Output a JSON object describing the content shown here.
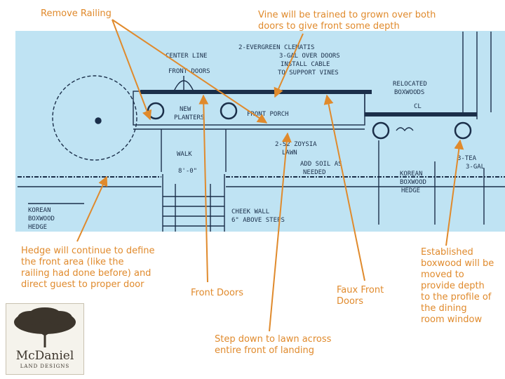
{
  "annotations": {
    "remove_railing": "Remove Railing",
    "vine": "Vine will be trained to grown over both\ndoors to give front some depth",
    "hedge": "Hedge will continue to define\nthe front area (like the\nrailing had done before) and\ndirect guest to proper door",
    "front_doors": "Front Doors",
    "faux_front_doors": "Faux Front\nDoors",
    "step_down": "Step down to lawn across\nentire front of landing",
    "boxwood": "Established\nboxwood will be\nmoved to\nprovide depth\nto the profile of\nthe dining\nroom window"
  },
  "blueprint_labels": {
    "center_line": "CENTER LINE",
    "front_doors": "FRONT DOORS",
    "clematis_1": "2-EVERGREEN CLEMATIS",
    "clematis_2": "3-GAL OVER DOORS",
    "clematis_3": "INSTALL CABLE",
    "clematis_4": "TO SUPPORT VINES",
    "new_planters_1": "NEW",
    "new_planters_2": "PLANTERS",
    "front_porch": "FRONT PORCH",
    "relocated_1": "RELOCATED",
    "relocated_2": "BOXWOODS",
    "cl": "CL",
    "walk": "WALK",
    "zoysia_1": "2-S2 ZOYSIA",
    "zoysia_2": "LAWN",
    "grade_1": "ADD SOIL AS",
    "grade_2": "NEEDED",
    "korean_right_1": "KOREAN",
    "korean_right_2": "BOXWOOD",
    "korean_right_3": "HEDGE",
    "tea_1": "3-TEA",
    "tea_2": "3-GAL",
    "korean_left_1": "KOREAN",
    "korean_left_2": "BOXWOOD",
    "korean_left_3": "HEDGE",
    "cheek_1": "CHEEK WALL",
    "cheek_2": "6\" ABOVE STEPS",
    "dim": "8'-0\""
  },
  "logo": {
    "name": "McDaniel",
    "tagline": "LAND DESIGNS"
  },
  "colors": {
    "annotation": "#e08a2c",
    "blueprint_bg": "#bfe3f3",
    "blueprint_ink": "#1b2f4a"
  }
}
